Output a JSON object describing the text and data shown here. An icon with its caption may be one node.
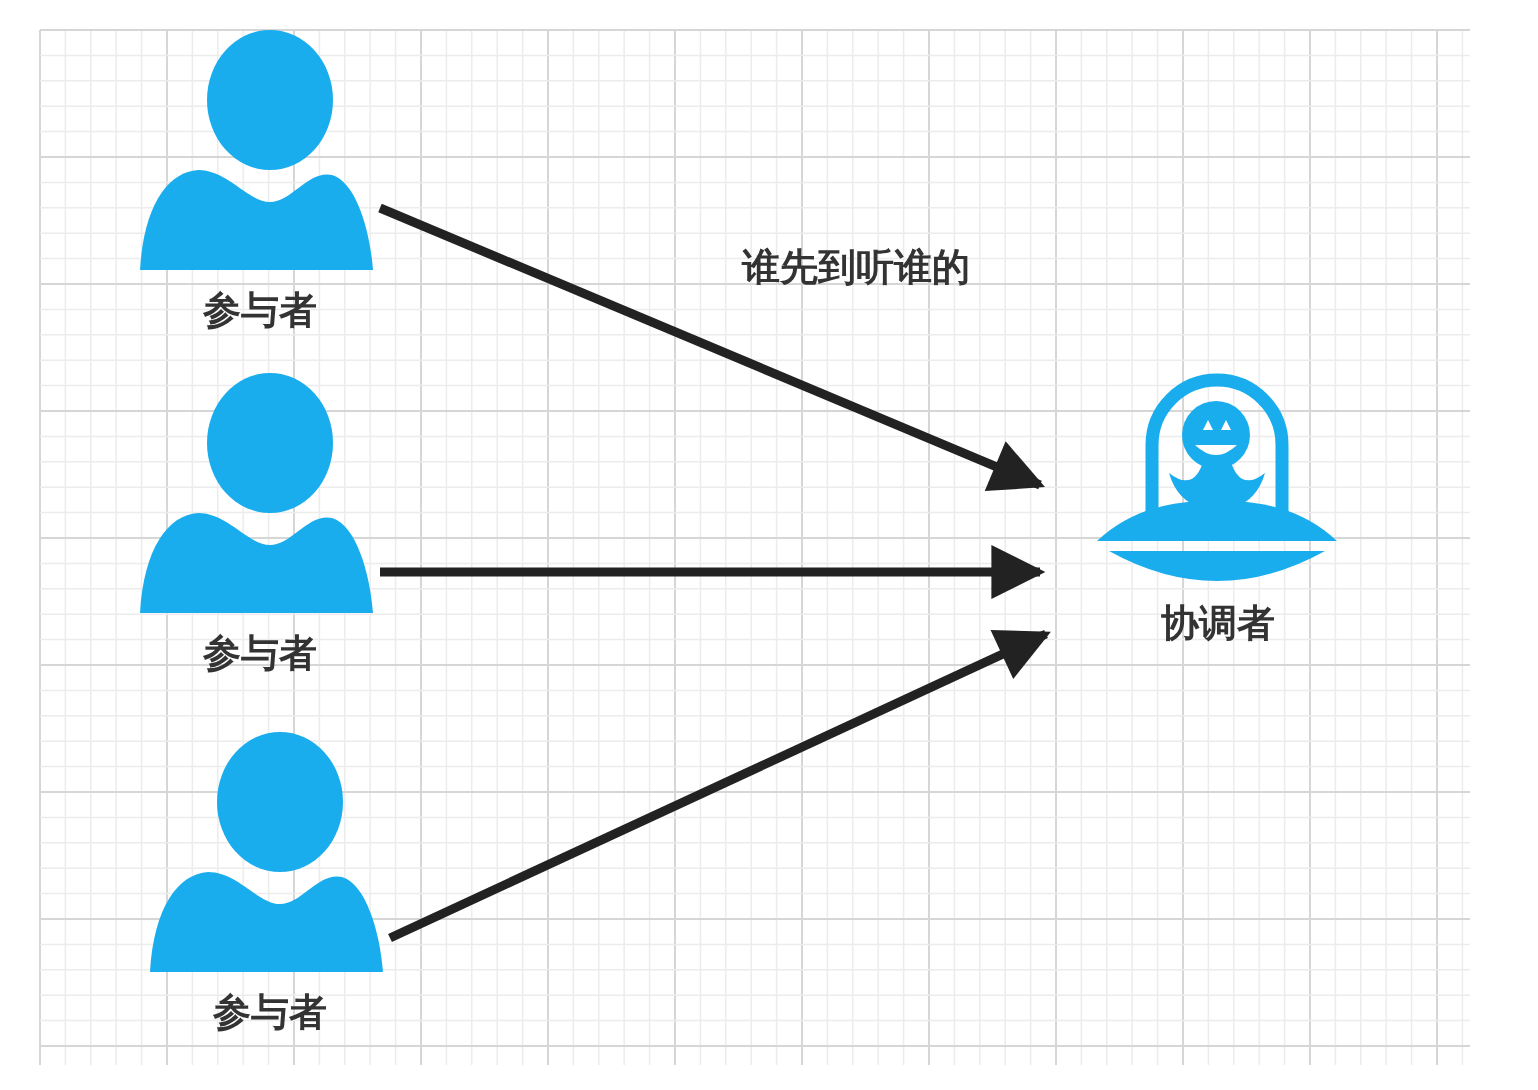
{
  "diagram": {
    "nodes": [
      {
        "text": [
          "参与者"
        ]
      },
      {
        "text": [
          "参与者"
        ]
      },
      {
        "text": [
          "参与者"
        ]
      },
      {
        "text": [
          "协调者"
        ]
      }
    ],
    "edges": [
      {
        "from": 0,
        "to": 3,
        "arrow": "to"
      },
      {
        "from": 1,
        "to": 3,
        "arrow": "to"
      },
      {
        "from": 2,
        "to": 3,
        "arrow": "to"
      }
    ],
    "labels": [
      "谁先到听谁的"
    ]
  }
}
